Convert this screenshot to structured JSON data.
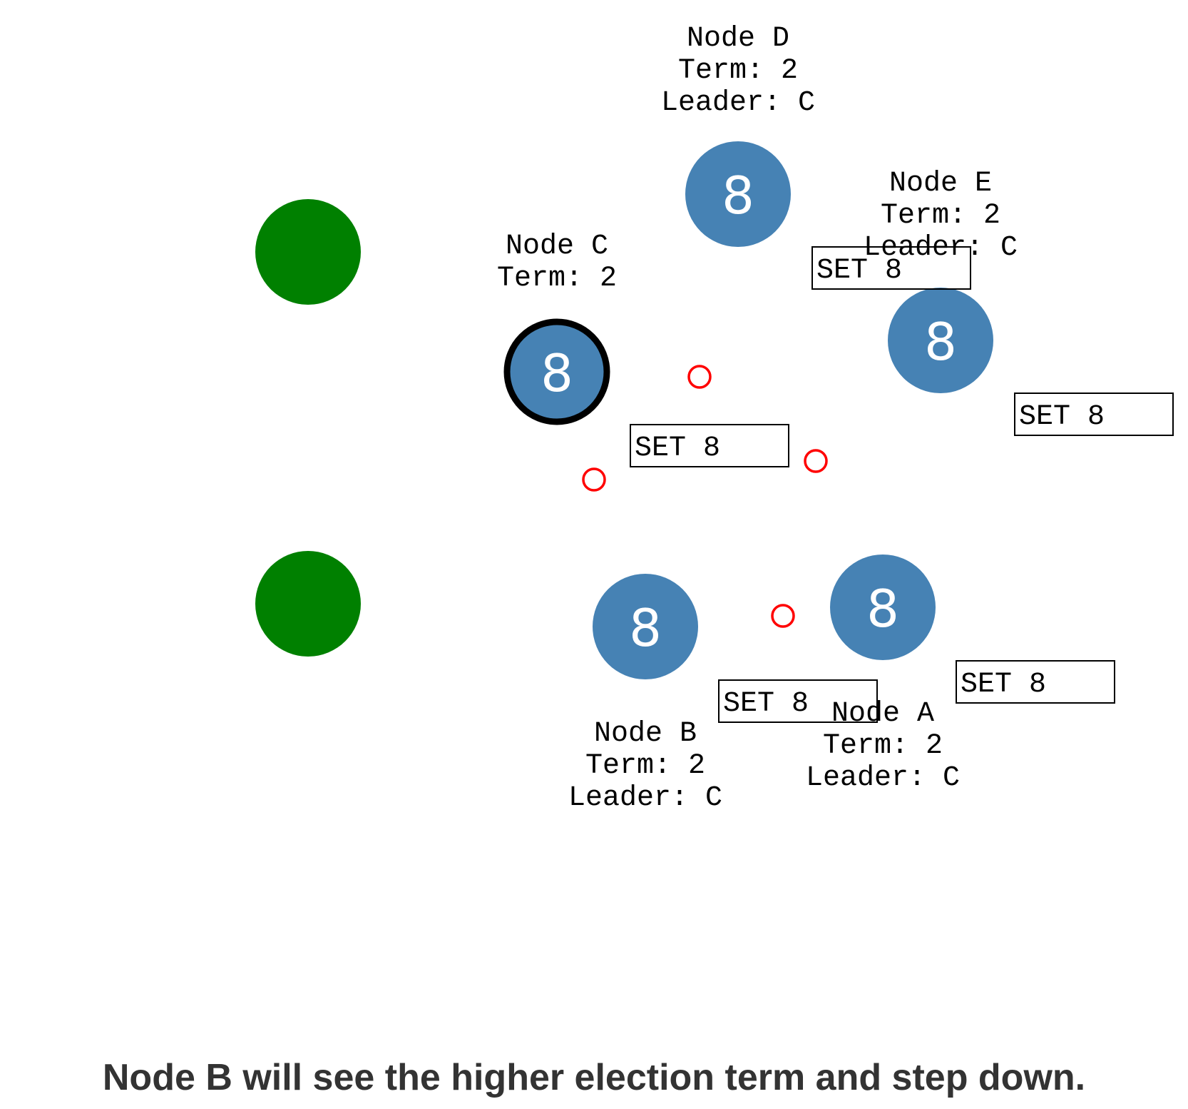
{
  "colors": {
    "node_fill": "#4682b4",
    "client_fill": "#008000",
    "message_stroke": "#ff0000",
    "leader_stroke": "#000000",
    "text": "#333333"
  },
  "clients": [
    {
      "id": "client-1"
    },
    {
      "id": "client-2"
    }
  ],
  "nodes": [
    {
      "id": "D",
      "value": "8",
      "lines": [
        "Node D",
        "Term: 2",
        "Leader: C"
      ],
      "leader": false
    },
    {
      "id": "E",
      "value": "8",
      "lines": [
        "Node E",
        "Term: 2",
        "Leader: C"
      ],
      "leader": false
    },
    {
      "id": "C",
      "value": "8",
      "lines": [
        "Node C",
        "Term: 2"
      ],
      "leader": true
    },
    {
      "id": "B",
      "value": "8",
      "lines": [
        "Node B",
        "Term: 2",
        "Leader: C"
      ],
      "leader": false
    },
    {
      "id": "A",
      "value": "8",
      "lines": [
        "Node A",
        "Term: 2",
        "Leader: C"
      ],
      "leader": false
    }
  ],
  "messages": [
    {
      "id": "m1"
    },
    {
      "id": "m2"
    },
    {
      "id": "m3"
    },
    {
      "id": "m4"
    }
  ],
  "log_entries": [
    {
      "id": "log-d",
      "text": "SET 8"
    },
    {
      "id": "log-e",
      "text": "SET 8"
    },
    {
      "id": "log-c",
      "text": "SET 8"
    },
    {
      "id": "log-b",
      "text": "SET 8"
    },
    {
      "id": "log-a",
      "text": "SET 8"
    }
  ],
  "caption": "Node B will see the higher election term and step down."
}
